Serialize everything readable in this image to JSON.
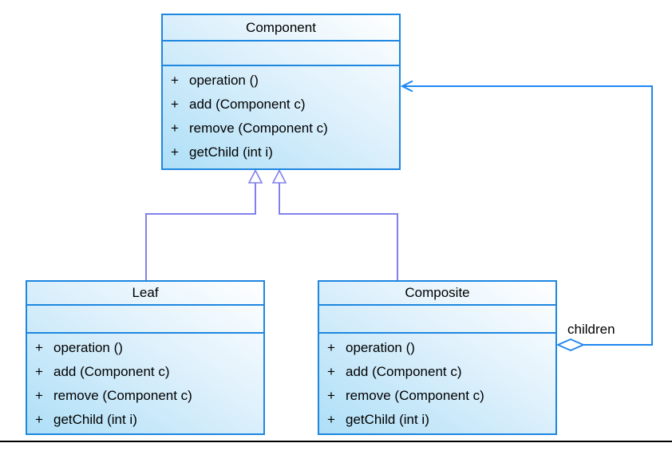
{
  "classes": [
    {
      "name": "Component",
      "attributes": [],
      "methods": [
        {
          "vis": "+",
          "sig": "operation ()"
        },
        {
          "vis": "+",
          "sig": "add (Component c)"
        },
        {
          "vis": "+",
          "sig": "remove (Component c)"
        },
        {
          "vis": "+",
          "sig": "getChild (int i)"
        }
      ]
    },
    {
      "name": "Leaf",
      "attributes": [],
      "methods": [
        {
          "vis": "+",
          "sig": "operation ()"
        },
        {
          "vis": "+",
          "sig": "add (Component c)"
        },
        {
          "vis": "+",
          "sig": "remove (Component c)"
        },
        {
          "vis": "+",
          "sig": "getChild (int i)"
        }
      ]
    },
    {
      "name": "Composite",
      "attributes": [],
      "methods": [
        {
          "vis": "+",
          "sig": "operation ()"
        },
        {
          "vis": "+",
          "sig": "add (Component c)"
        },
        {
          "vis": "+",
          "sig": "remove (Component c)"
        },
        {
          "vis": "+",
          "sig": "getChild (int i)"
        }
      ]
    }
  ],
  "relationships": {
    "generalizations": [
      {
        "from": "Leaf",
        "to": "Component"
      },
      {
        "from": "Composite",
        "to": "Component"
      }
    ],
    "aggregation": {
      "from": "Composite",
      "to": "Component",
      "label": "children"
    }
  },
  "colors": {
    "box_border": "#1e87e0",
    "box_fill_top": "#ffffff",
    "box_fill_bottom": "#aedff7",
    "generalization_line": "#8181ee",
    "aggregation_line": "#1e87f0",
    "text": "#000000",
    "bottom_rule": "#000000"
  }
}
